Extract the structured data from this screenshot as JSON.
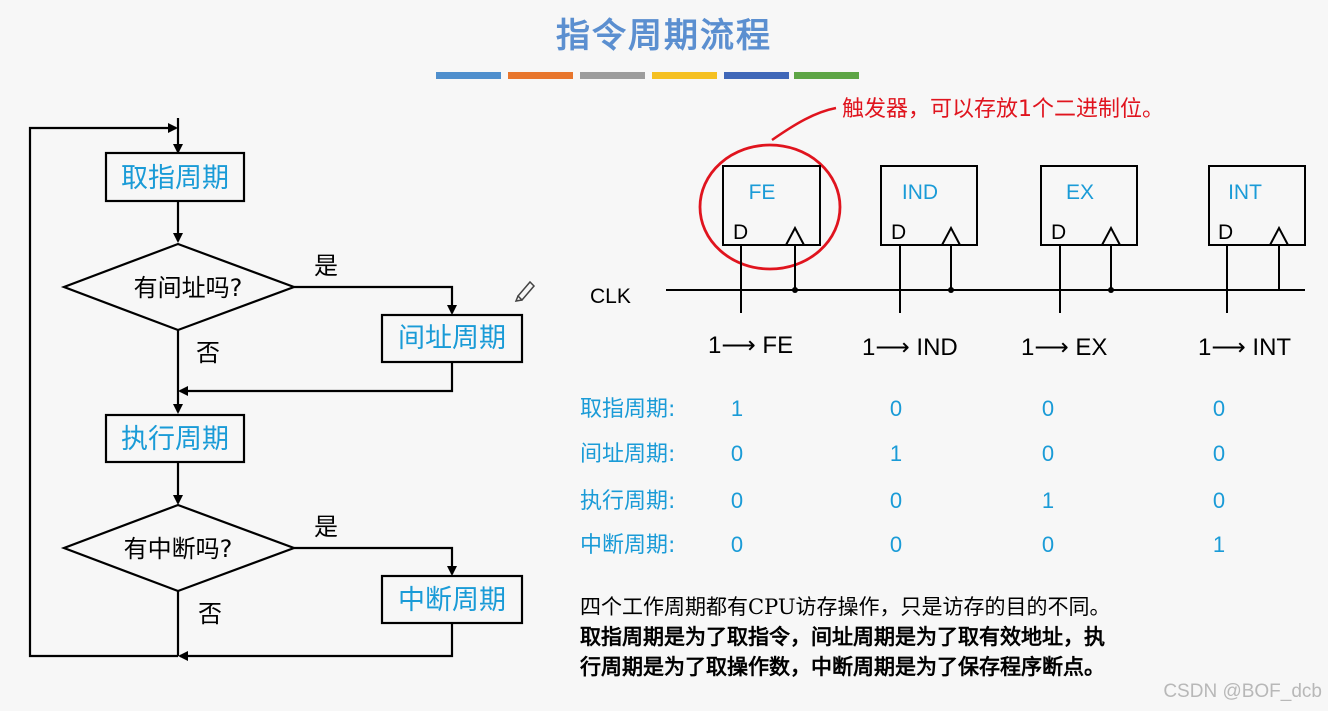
{
  "title": "指令周期流程",
  "title_bar_colors": [
    "#4f8fcd",
    "#e8762d",
    "#9c9c9c",
    "#f5c021",
    "#3f67b8",
    "#5da545"
  ],
  "flowchart": {
    "fetch_cycle": "取指周期",
    "indirect_question": "有间址吗?",
    "indirect_cycle": "间址周期",
    "execute_cycle": "执行周期",
    "interrupt_question": "有中断吗?",
    "interrupt_cycle": "中断周期",
    "yes": "是",
    "no": "否"
  },
  "flipflops": {
    "note": "触发器，可以存放1个二进制位。",
    "clk": "CLK",
    "d": "D",
    "names": [
      "FE",
      "IND",
      "EX",
      "INT"
    ],
    "assignments": [
      "1⟶ FE",
      "1⟶ IND",
      "1⟶ EX",
      "1⟶ INT"
    ]
  },
  "state_table": {
    "rows": [
      {
        "label": "取指周期:",
        "values": [
          "1",
          "0",
          "0",
          "0"
        ]
      },
      {
        "label": "间址周期:",
        "values": [
          "0",
          "1",
          "0",
          "0"
        ]
      },
      {
        "label": "执行周期:",
        "values": [
          "0",
          "0",
          "1",
          "0"
        ]
      },
      {
        "label": "中断周期:",
        "values": [
          "0",
          "0",
          "0",
          "1"
        ]
      }
    ]
  },
  "description": {
    "line1": "四个工作周期都有CPU访存操作，只是访存的目的不同。",
    "line2": "取指周期是为了取指令，间址周期是为了取有效地址，执",
    "line3": "行周期是为了取操作数，中断周期是为了保存程序断点。"
  },
  "watermark": "CSDN @BOF_dcb"
}
